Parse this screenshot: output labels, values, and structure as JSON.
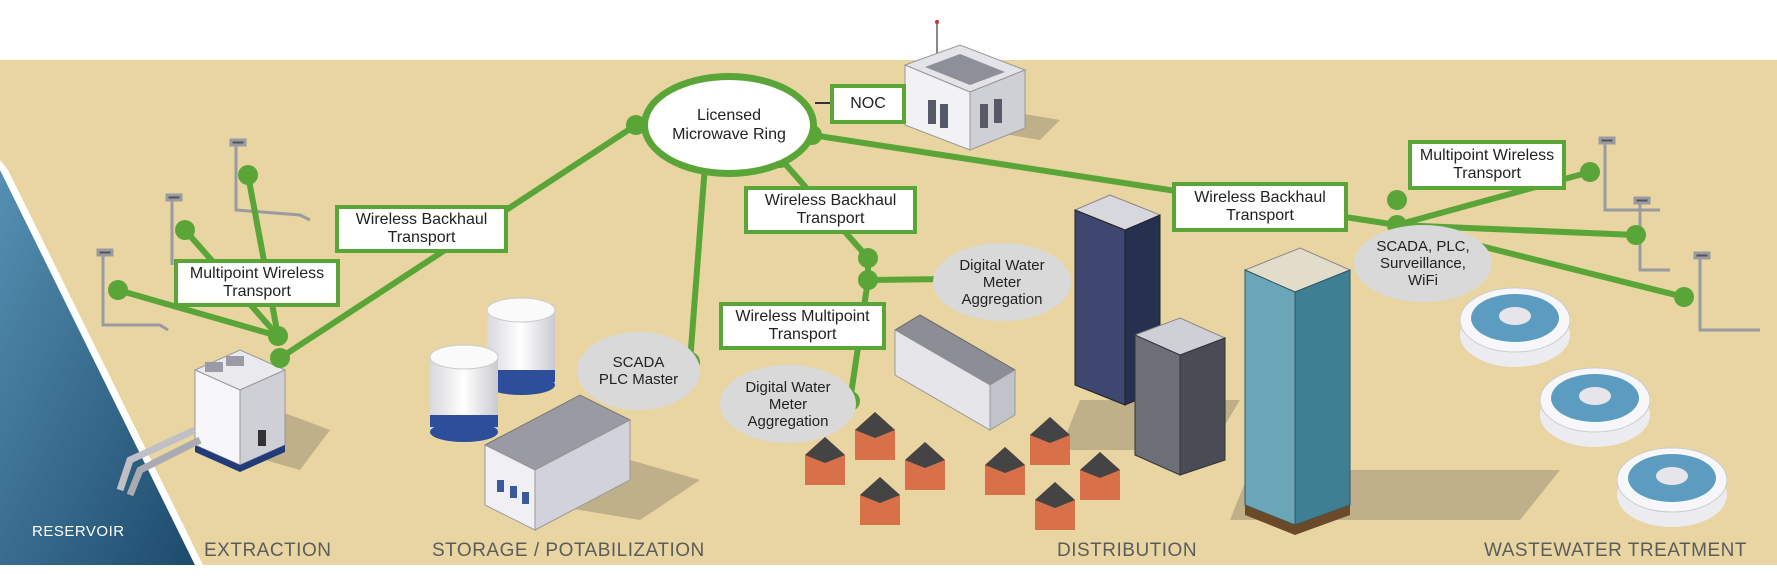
{
  "ring": {
    "line1": "Licensed",
    "line2": "Microwave Ring"
  },
  "noc": {
    "label": "NOC"
  },
  "labels": {
    "backhaul_left": {
      "line1": "Wireless Backhaul",
      "line2": "Transport"
    },
    "backhaul_center": {
      "line1": "Wireless Backhaul",
      "line2": "Transport"
    },
    "backhaul_right": {
      "line1": "Wireless Backhaul",
      "line2": "Transport"
    },
    "multipoint_left": {
      "line1": "Multipoint Wireless",
      "line2": "Transport"
    },
    "multipoint_right": {
      "line1": "Multipoint Wireless",
      "line2": "Transport"
    },
    "wireless_multipoint": {
      "line1": "Wireless Multipoint",
      "line2": "Transport"
    }
  },
  "bubbles": {
    "scada_master": {
      "line1": "SCADA",
      "line2": "PLC Master"
    },
    "dwm_upper": {
      "line1": "Digital Water",
      "line2": "Meter",
      "line3": "Aggregation"
    },
    "dwm_lower": {
      "line1": "Digital Water",
      "line2": "Meter",
      "line3": "Aggregation"
    },
    "scada_wifi": {
      "line1": "SCADA, PLC,",
      "line2": "Surveillance,",
      "line3": "WiFi"
    }
  },
  "sections": {
    "reservoir": "RESERVOIR",
    "extraction": "EXTRACTION",
    "storage": "STORAGE / POTABILIZATION",
    "distribution": "DISTRIBUTION",
    "wastewater": "WASTEWATER TREATMENT"
  },
  "colors": {
    "ground": "#e8d5a2",
    "link": "#5aa537",
    "reservoir_top": "#4a86a8",
    "reservoir_bottom": "#1e4e72",
    "bubble": "#d9d9d9"
  }
}
